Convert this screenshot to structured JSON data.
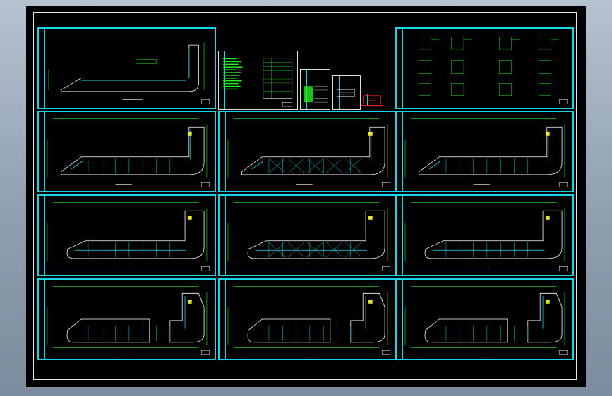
{
  "drawing": {
    "background": "#000000",
    "frame_color": "#19d6e6",
    "plan_color": "#ffffff",
    "wall_color": "#19d6e6",
    "dimension_color": "#22ee22",
    "highlight_color": "#ff2222",
    "accent_color": "#ffff33"
  },
  "sheets": [
    {
      "id": "site"
    },
    {
      "id": "notes"
    },
    {
      "id": "legends"
    },
    {
      "id": "floor-a1"
    },
    {
      "id": "floor-a2"
    },
    {
      "id": "floor-a3"
    },
    {
      "id": "floor-b1"
    },
    {
      "id": "floor-b2"
    },
    {
      "id": "floor-b3"
    },
    {
      "id": "floor-c1"
    },
    {
      "id": "floor-c2"
    },
    {
      "id": "floor-c3"
    }
  ]
}
